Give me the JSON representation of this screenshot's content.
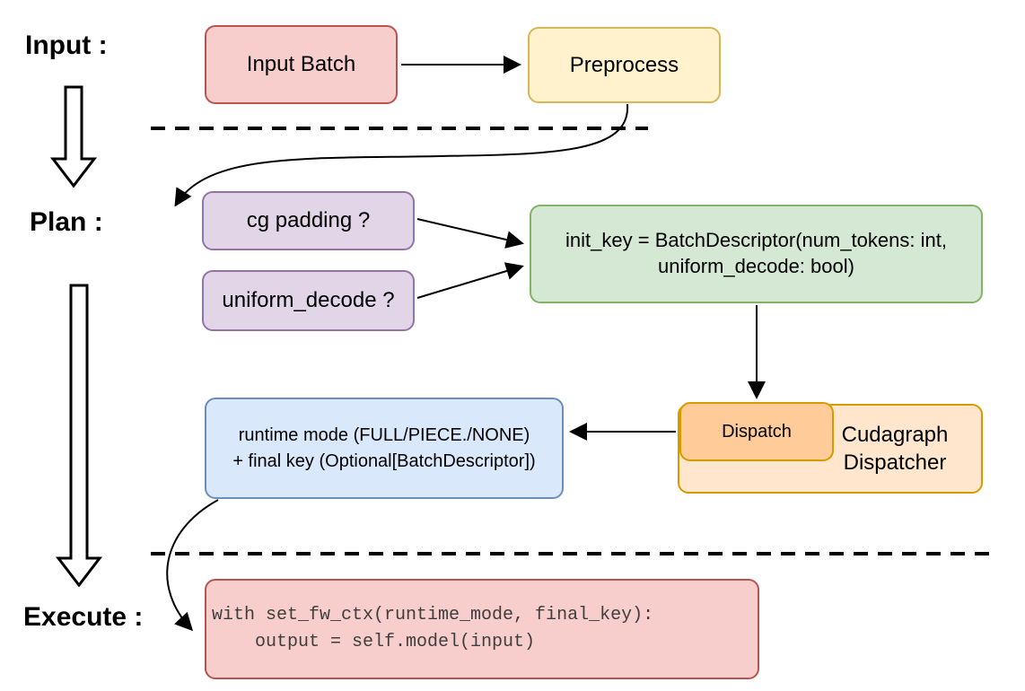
{
  "labels": {
    "input": "Input :",
    "plan": "Plan :",
    "execute": "Execute :"
  },
  "nodes": {
    "input_batch": "Input Batch",
    "preprocess": "Preprocess",
    "cg_padding": "cg padding ?",
    "uniform_decode": "uniform_decode ?",
    "init_key_line1": "init_key = BatchDescriptor(num_tokens: int,",
    "init_key_line2": "uniform_decode: bool)",
    "dispatch": "Dispatch",
    "cudagraph_dispatcher": "Cudagraph Dispatcher",
    "runtime_line1": "runtime mode (FULL/PIECE./NONE)",
    "runtime_line2": "+ final key (Optional[BatchDescriptor])",
    "code_line1": "with set_fw_ctx(runtime_mode, final_key):",
    "code_line2": "    output = self.model(input)"
  },
  "colors": {
    "red_fill": "#f8cecc",
    "red_stroke": "#b85450",
    "yellow_fill": "#fff2cc",
    "yellow_stroke": "#d6b656",
    "purple_fill": "#e1d5e7",
    "purple_stroke": "#9673a6",
    "green_fill": "#d5e8d4",
    "green_stroke": "#82b366",
    "orange_fill": "#ffcc99",
    "orange_stroke": "#d79b00",
    "peach_fill": "#ffe6cc",
    "blue_fill": "#dae8fc",
    "blue_stroke": "#6c8ebf",
    "arrow_color": "#000000",
    "code_text_color": "#3e3e3e"
  }
}
